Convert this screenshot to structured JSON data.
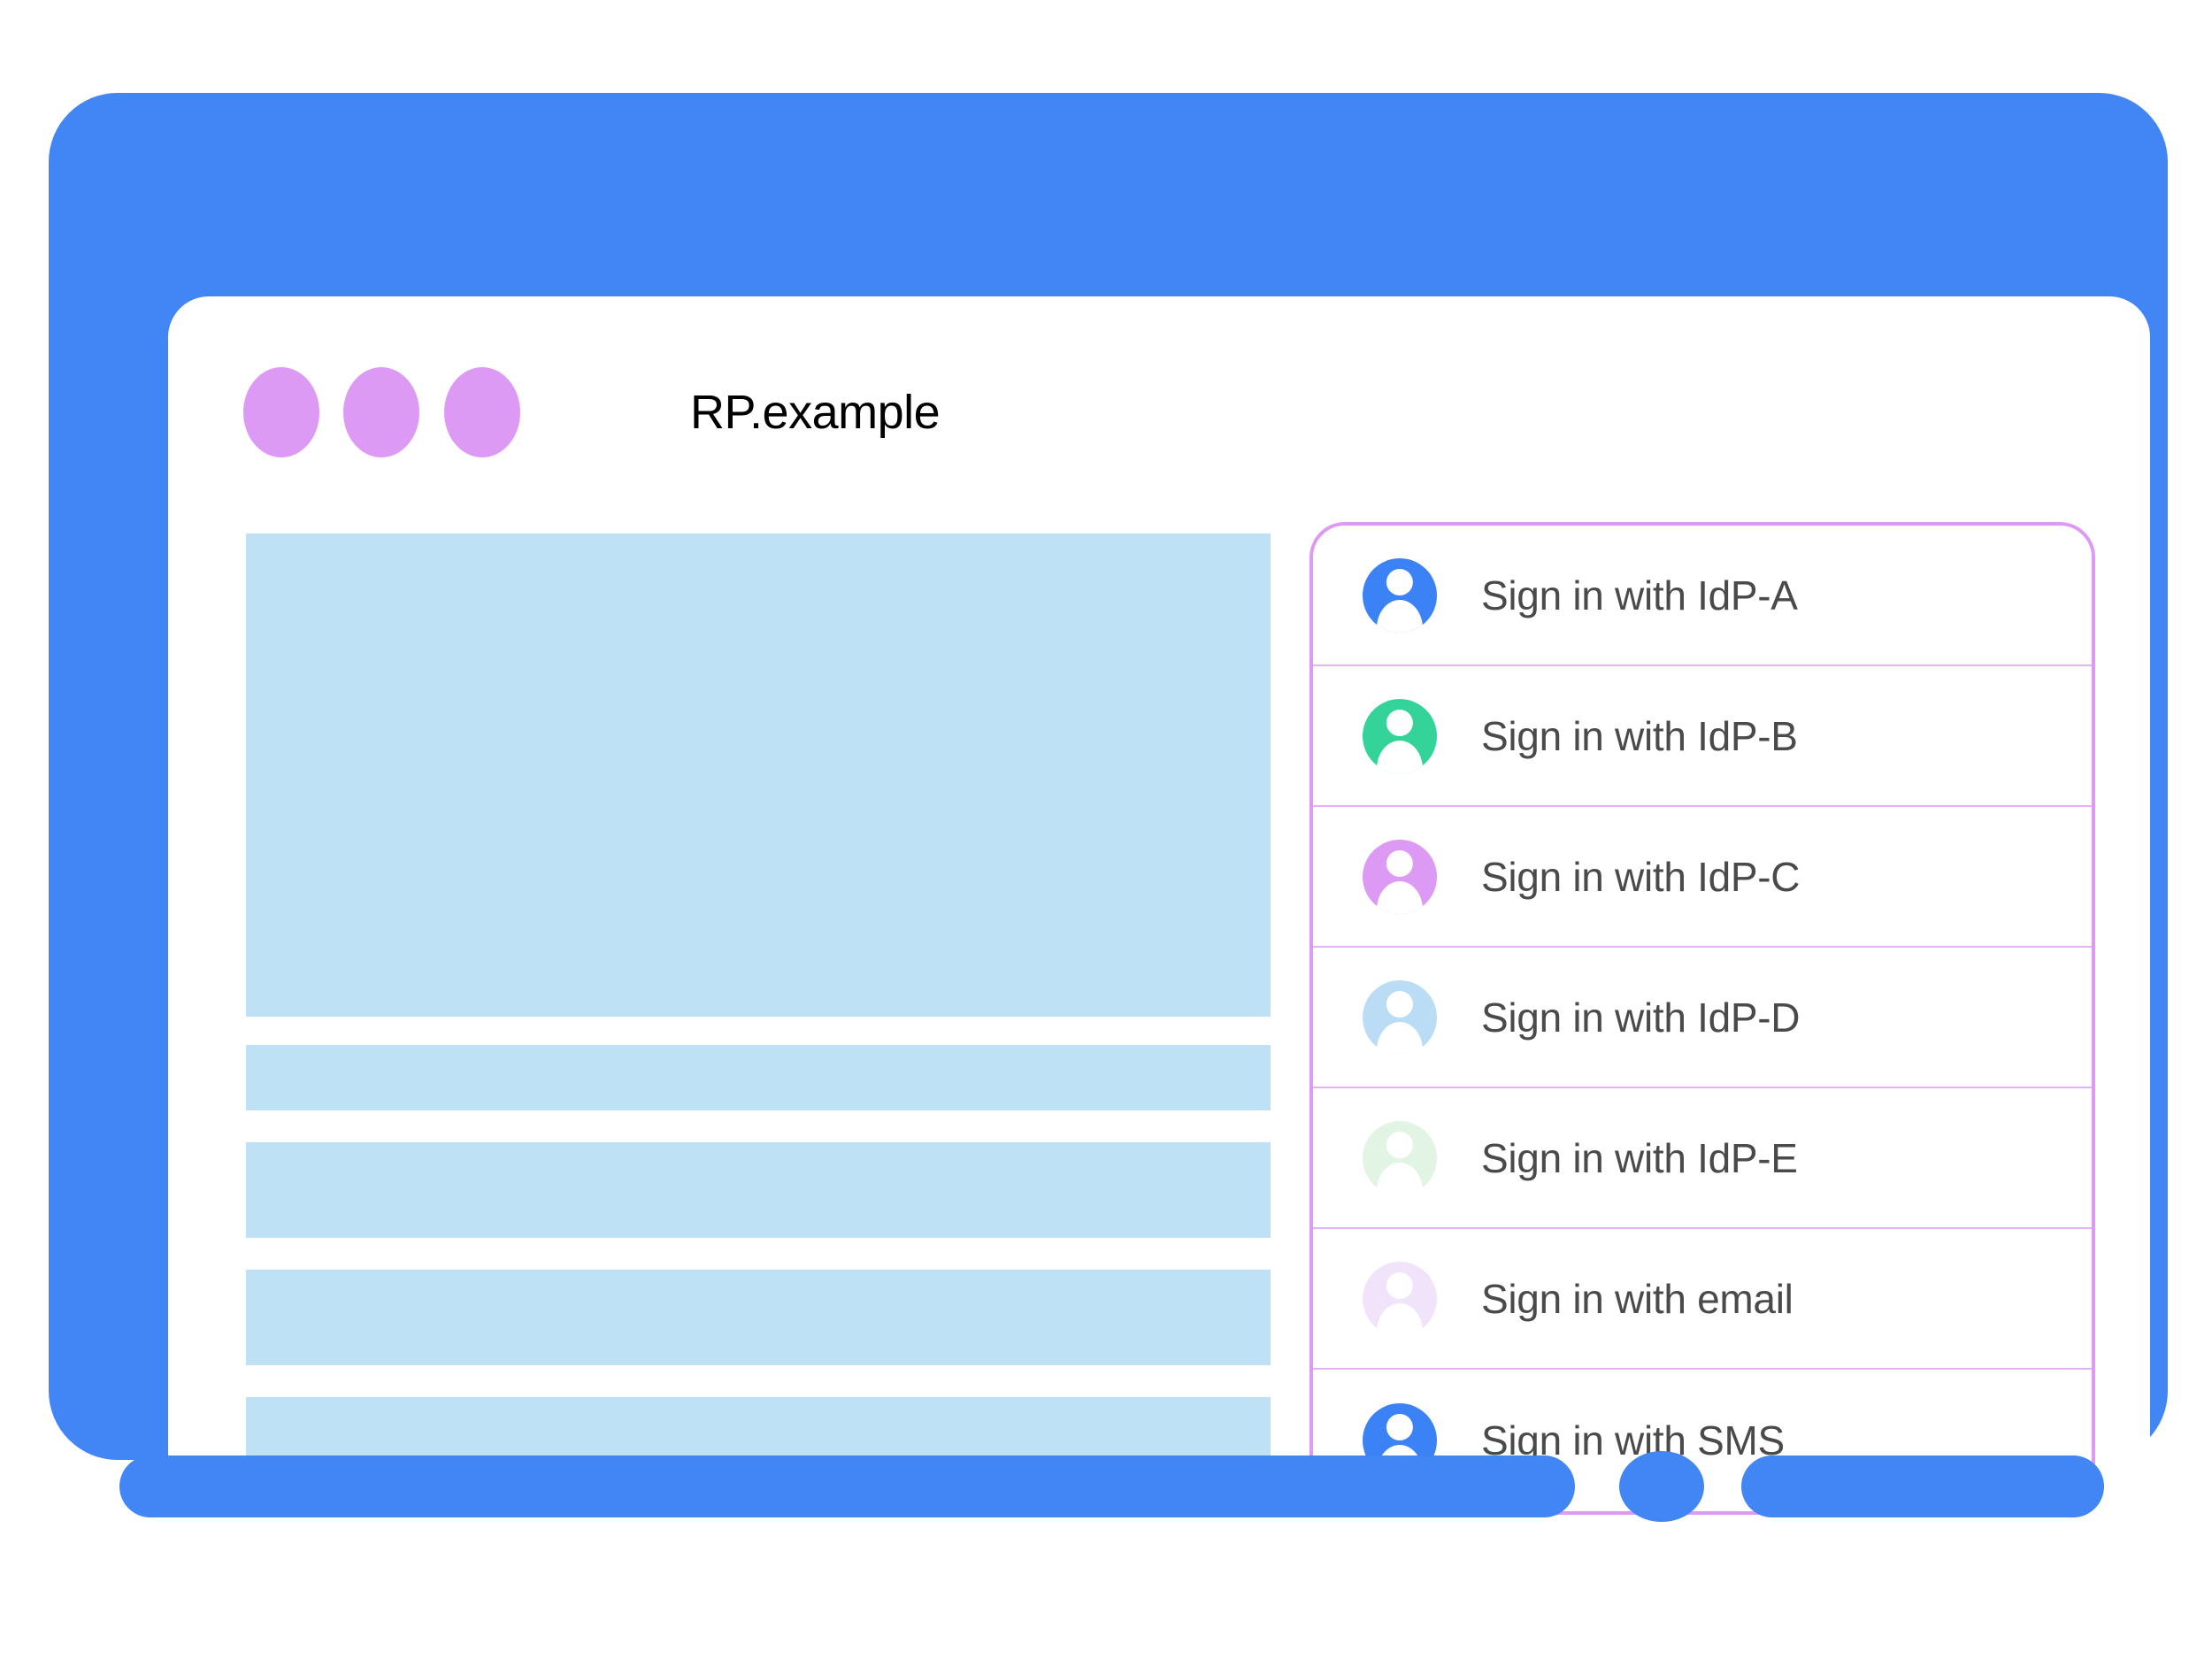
{
  "window": {
    "title": "RP.example",
    "traffic_lights": [
      {
        "name": "window-dot-1",
        "color": "#dd9af5"
      },
      {
        "name": "window-dot-2",
        "color": "#dd9af5"
      },
      {
        "name": "window-dot-3",
        "color": "#dd9af5"
      }
    ]
  },
  "colors": {
    "device_frame": "#4285f4",
    "screen": "#ffffff",
    "placeholder": "#bfe1f6",
    "panel_border": "#dd9af5",
    "row_divider": "#e3b4f2",
    "label_text": "#4a4a4a",
    "title_text": "#000000"
  },
  "content_placeholders": [
    {
      "name": "hero-block",
      "kind": "hero"
    },
    {
      "name": "text-bar-1",
      "kind": "bar"
    },
    {
      "name": "text-bar-2",
      "kind": "bar-tall"
    },
    {
      "name": "text-bar-3",
      "kind": "bar-tall"
    },
    {
      "name": "text-bar-4",
      "kind": "bar-tall"
    }
  ],
  "account_chooser": {
    "rows": [
      {
        "label": "Sign in with IdP-A",
        "avatar_color": "#3b82f6"
      },
      {
        "label": "Sign in with IdP-B",
        "avatar_color": "#34d399"
      },
      {
        "label": "Sign in with IdP-C",
        "avatar_color": "#dd9af5"
      },
      {
        "label": "Sign in with IdP-D",
        "avatar_color": "#bbdcf5"
      },
      {
        "label": "Sign in with IdP-E",
        "avatar_color": "#e2f5e4"
      },
      {
        "label": "Sign in with email",
        "avatar_color": "#f1e4fa"
      },
      {
        "label": "Sign in with SMS",
        "avatar_color": "#3b82f6"
      }
    ]
  }
}
